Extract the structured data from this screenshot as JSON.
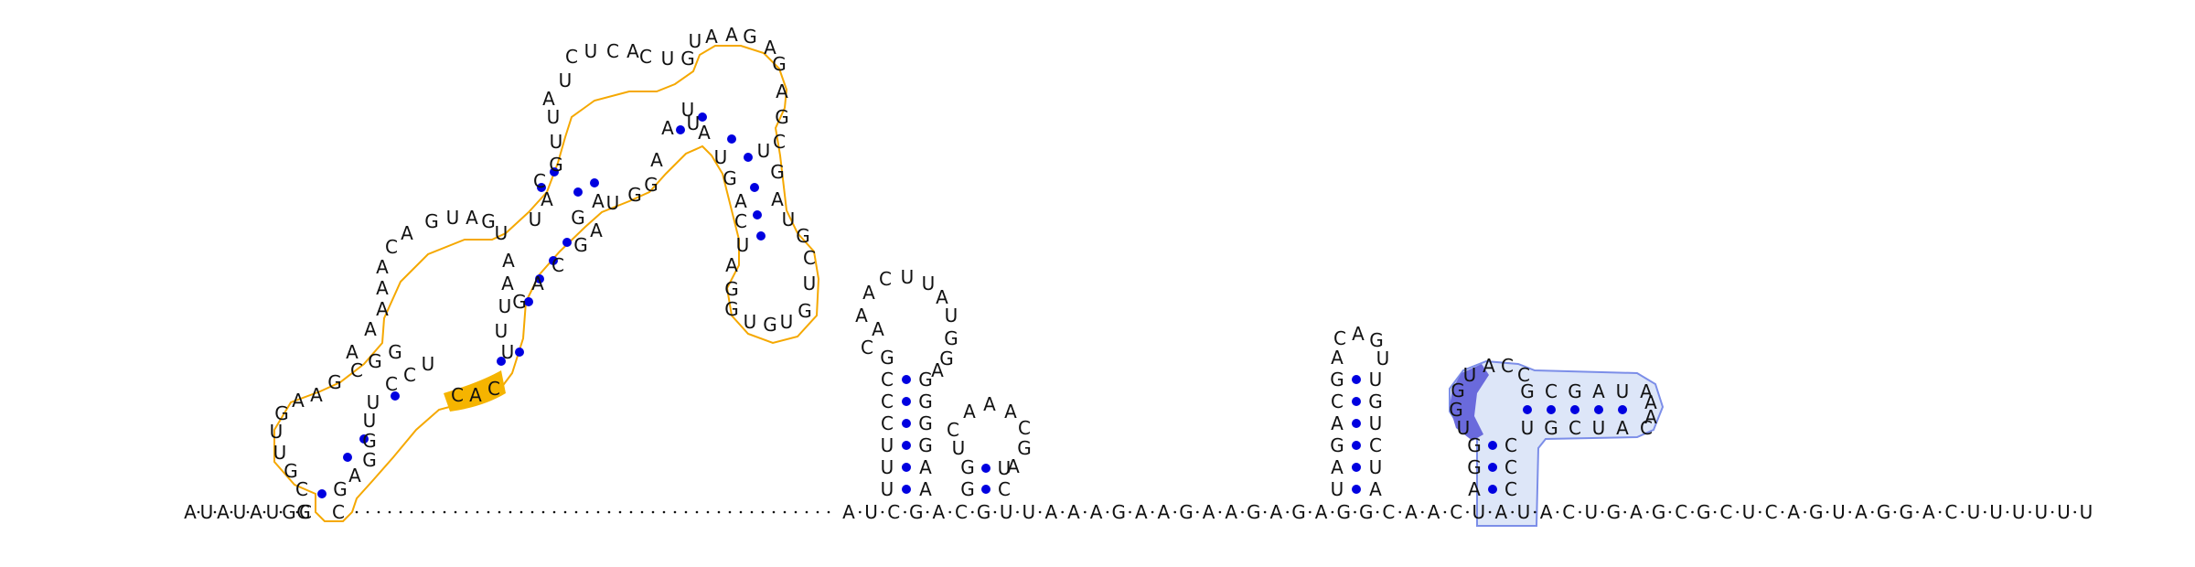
{
  "diagram": {
    "type": "rna-secondary-structure",
    "backbone": "A·U·A·U·A·U·G·C······ (dotted linker) ······A·U·C·G·A·C·G·U·U·A·A·A·G·A·A·G·A·A·G·A·G·A·G·G·C·A·A·C·U·A·U·A·C·U·G·A·G·C·G·C·U·C·A·G·U·A·G·G·A·C·U·U·U·U·U·U",
    "colors": {
      "nucleotide_text": "#111111",
      "base_pair_dot": "#0000e0",
      "highlight_orange": "#f5a800",
      "highlight_orange_fill": "#f5b400",
      "highlight_blue_outline": "#7c8ee8",
      "highlight_blue_fill": "#dde6f8",
      "highlight_blue_dark": "#6a6adc"
    },
    "highlighted_regions": [
      {
        "name": "orange-domain",
        "color": "#f5a800",
        "kind": "outline"
      },
      {
        "name": "blue-domain",
        "color": "#7c8ee8",
        "kind": "filled"
      }
    ],
    "nucleotides": [
      "A",
      "U",
      "A",
      "U",
      "A",
      "U",
      "G",
      "C",
      "A",
      "U",
      "C",
      "G",
      "A",
      "C",
      "G",
      "U",
      "U",
      "A",
      "A",
      "A",
      "G",
      "A",
      "A",
      "G",
      "A",
      "A",
      "G",
      "A",
      "G",
      "A",
      "G",
      "G",
      "C",
      "A",
      "A",
      "C",
      "U",
      "A",
      "U",
      "A",
      "C",
      "U",
      "G",
      "A",
      "G",
      "C",
      "G",
      "C",
      "U",
      "C",
      "A",
      "G",
      "U",
      "A",
      "G",
      "G",
      "A",
      "C",
      "U",
      "U",
      "U",
      "U",
      "U",
      "U",
      "G",
      "U",
      "U",
      "G",
      "C",
      "C",
      "G",
      "A",
      "A",
      "G",
      "A",
      "C",
      "G",
      "U",
      "A",
      "A",
      "A",
      "C",
      "G",
      "U",
      "G",
      "A",
      "C",
      "A",
      "G",
      "U",
      "A",
      "G",
      "U",
      "C",
      "U",
      "C",
      "A",
      "C",
      "U",
      "G",
      "U",
      "A",
      "A",
      "A",
      "G",
      "A",
      "G",
      "A",
      "C",
      "G",
      "A",
      "G",
      "U",
      "G",
      "C",
      "U",
      "G",
      "U",
      "G",
      "U",
      "U",
      "C",
      "A",
      "U",
      "G",
      "A",
      "A",
      "C",
      "G",
      "U",
      "C",
      "A",
      "C",
      "U",
      "A",
      "C",
      "C",
      "G",
      "A",
      "G",
      "U",
      "A",
      "G",
      "A",
      "C",
      "A",
      "U",
      "C",
      "U",
      "G",
      "U",
      "A",
      "G",
      "G",
      "G",
      "A",
      "G",
      "C",
      "C",
      "U",
      "U",
      "U",
      "A",
      "G",
      "G",
      "C",
      "G",
      "G",
      "U",
      "C",
      "C",
      "U",
      "A",
      "U",
      "G",
      "G",
      "U",
      "A",
      "A",
      "U",
      "A",
      "C",
      "C",
      "G",
      "G",
      "G",
      "A",
      "A",
      "G",
      "G",
      "A",
      "U",
      "A",
      "C",
      "U",
      "C",
      "C",
      "U",
      "G",
      "G",
      "G",
      "C",
      "U",
      "A",
      "C",
      "C",
      "G",
      "C",
      "U",
      "G",
      "U",
      "A",
      "C",
      "C",
      "G",
      "G",
      "C",
      "A",
      "U",
      "C",
      "A",
      "G",
      "U",
      "G",
      "C",
      "C",
      "A",
      "G",
      "C",
      "G",
      "A",
      "U",
      "A",
      "A",
      "C",
      "U",
      "G",
      "G",
      "U",
      "A",
      "C",
      "C",
      "A",
      "C",
      "G",
      "G",
      "C",
      "U",
      "U",
      "U",
      "A",
      "C"
    ]
  }
}
